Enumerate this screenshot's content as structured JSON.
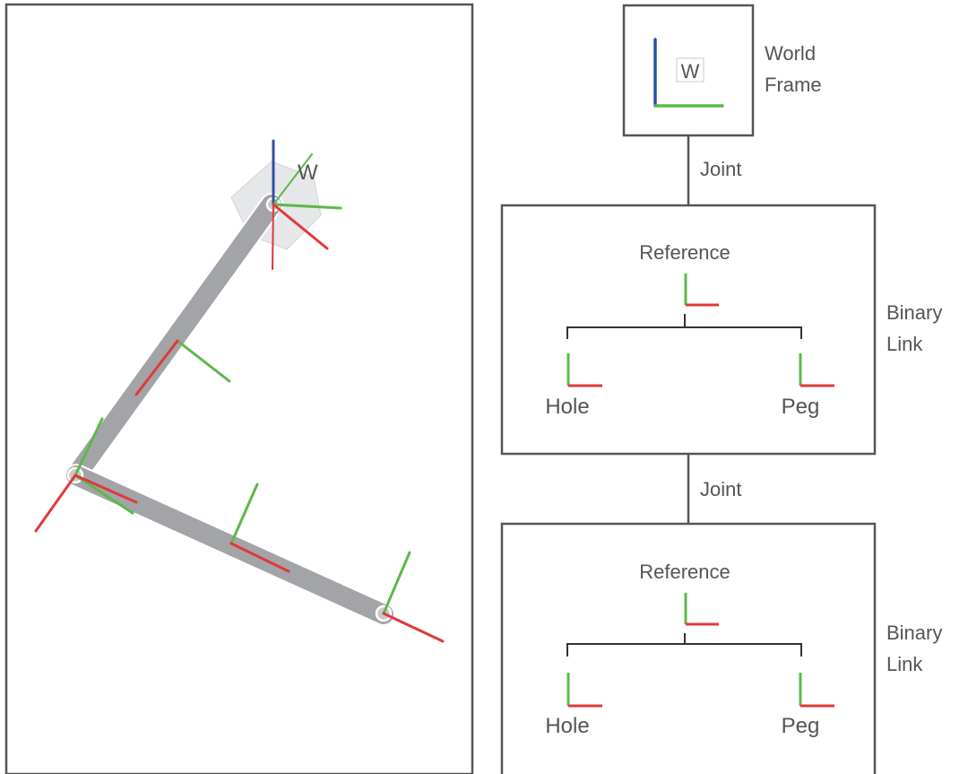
{
  "scene": {
    "origin_label": "W"
  },
  "tree": {
    "world": {
      "frame_label": "W",
      "caption_line1": "World",
      "caption_line2": "Frame"
    },
    "joint1_label": "Joint",
    "joint2_label": "Joint",
    "link1": {
      "reference_label": "Reference",
      "hole_label": "Hole",
      "peg_label": "Peg",
      "caption_line1": "Binary",
      "caption_line2": "Link"
    },
    "link2": {
      "reference_label": "Reference",
      "hole_label": "Hole",
      "peg_label": "Peg",
      "caption_line1": "Binary",
      "caption_line2": "Link"
    }
  },
  "colors": {
    "x_axis": "#e0393b",
    "y_axis": "#5cb84a",
    "z_axis": "#2f4ea8",
    "link_body": "#a3a4a8",
    "border": "#555555"
  }
}
